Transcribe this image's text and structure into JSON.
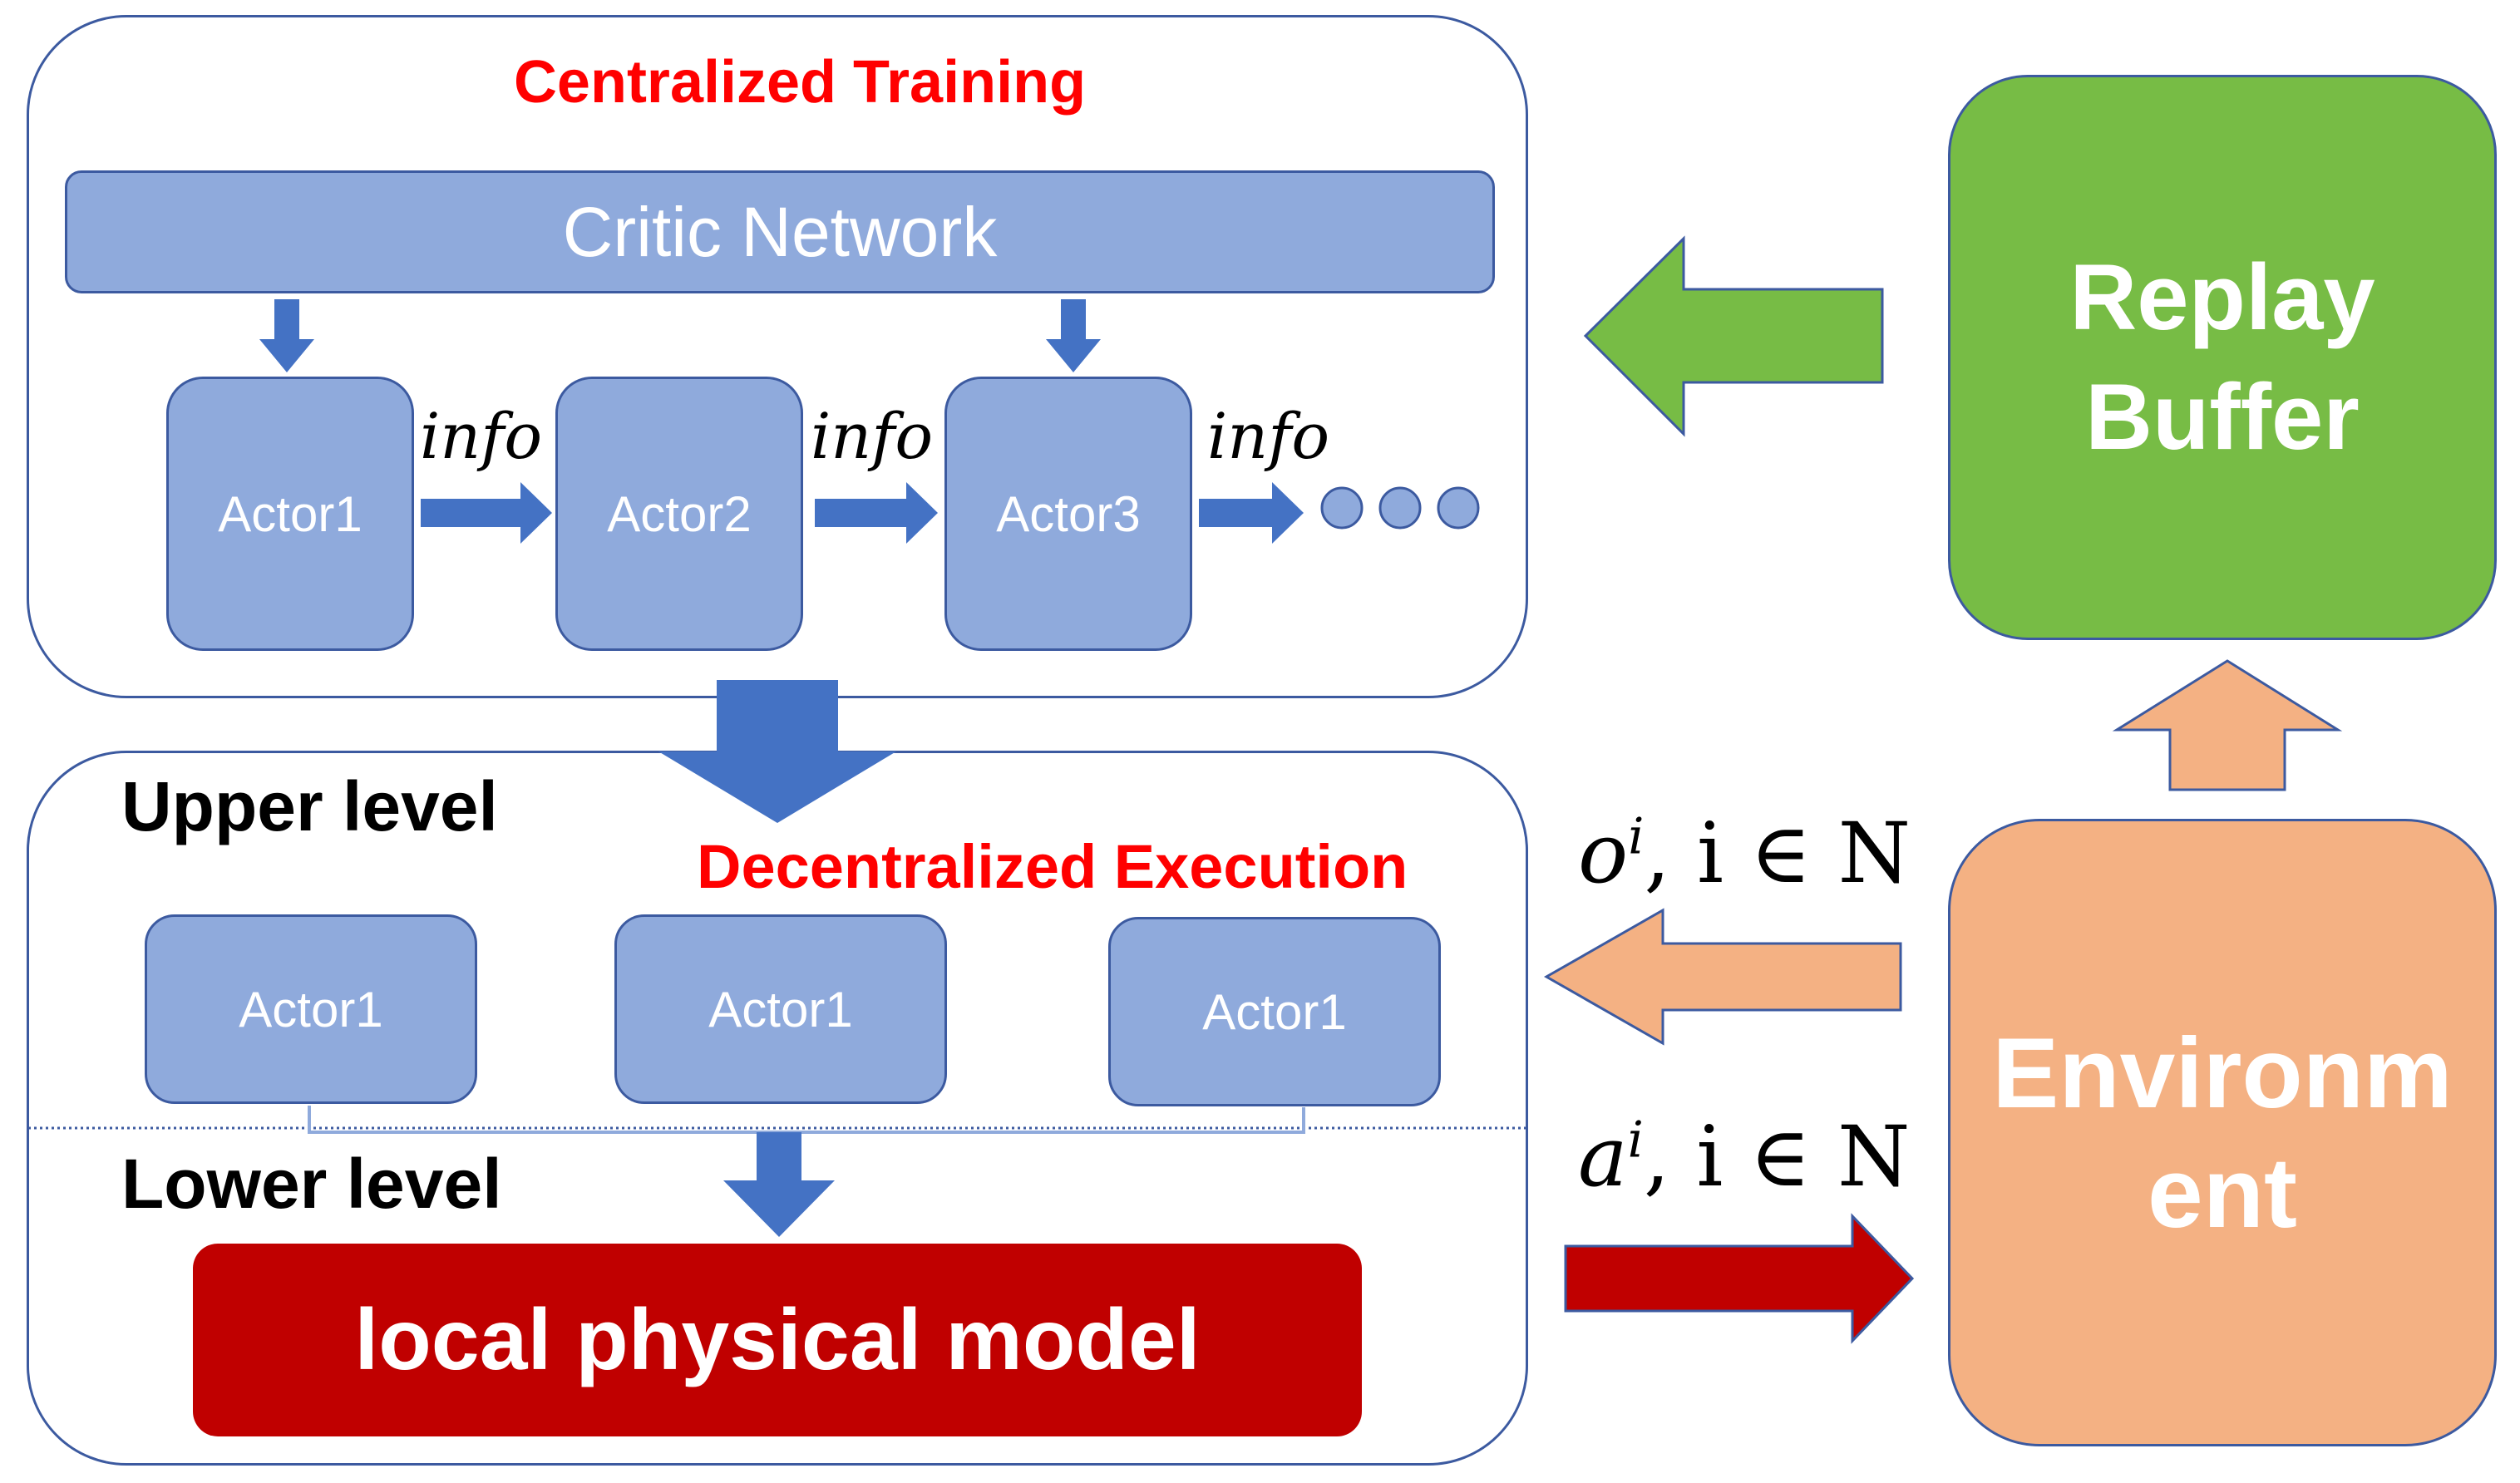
{
  "training": {
    "title": "Centralized Training",
    "critic_label": "Critic Network",
    "actors": [
      "Actor1",
      "Actor2",
      "Actor3"
    ],
    "info_label": "info"
  },
  "execution": {
    "upper_label": "Upper level",
    "title": "Decentralized Execution",
    "actors": [
      "Actor1",
      "Actor1",
      "Actor1"
    ],
    "lower_label": "Lower level",
    "model_label": "local physical model"
  },
  "replay_buffer": {
    "line1": "Replay",
    "line2": "Buffer"
  },
  "environment": {
    "line1": "Environm",
    "line2": "ent"
  },
  "observation": {
    "var": "o",
    "sup": "i",
    "rest": ", i ∈ N"
  },
  "action": {
    "var": "a",
    "sup": "i",
    "rest": ", i ∈ N"
  },
  "colors": {
    "panel_border": "#3c5aa0",
    "box_fill": "#8faadc",
    "arrow_blue": "#4472c4",
    "green": "#77bc45",
    "orange": "#f4b183",
    "dark_red": "#c00000",
    "title_red": "#ff0000"
  }
}
